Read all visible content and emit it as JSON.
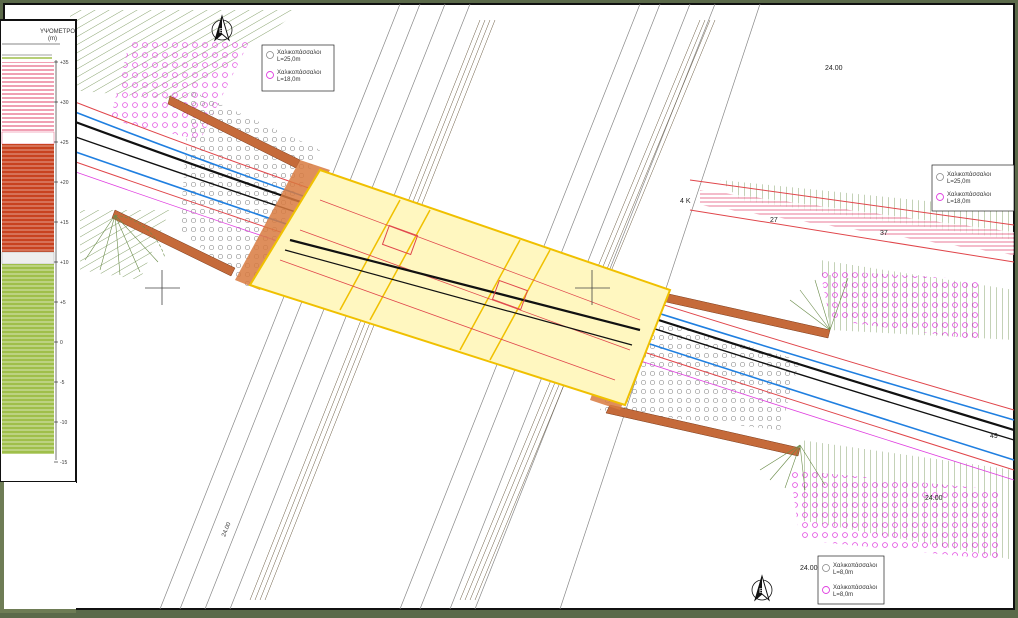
{
  "colors": {
    "paper": "#ffffff",
    "frame": "#111111",
    "deck": "#f4d35e",
    "abutment": "#c56a3a",
    "road_red": "#e0464b",
    "road_blue": "#1f7fe0",
    "hatch": "#6b8c4a",
    "pile_magenta": "#e040e0",
    "soil_red": "#b8321c",
    "soil_green": "#8bab3a"
  },
  "north_arrow_letter": "B",
  "legends": [
    {
      "grey_label": "Χαλικοπάσσαλοι",
      "grey_len": "L=25,0m",
      "mag_label": "Χαλικοπάσσαλοι",
      "mag_len": "L=18,0m"
    },
    {
      "grey_label": "Χαλικοπάσσαλοι",
      "grey_len": "L=25,0m",
      "mag_label": "Χαλικοπάσσαλοι",
      "mag_len": "L=18,0m"
    },
    {
      "grey_label": "Χαλικοπάσσαλοι",
      "grey_len": "L=8,0m",
      "mag_label": "Χαλικοπάσσαλοι",
      "mag_len": "L=8,0m"
    }
  ],
  "borehole": {
    "header": "ΥΨΟΜΕΤΡΟ",
    "unit": "(m)",
    "ticks": [
      "+35",
      "+30",
      "+25",
      "+20",
      "+15",
      "+10",
      "+5",
      "0",
      "-5",
      "-10",
      "-15"
    ]
  },
  "map_labels": {
    "contour_top": "24.00",
    "contour_bottom_right": "24.00",
    "contour_bottom": "24.00",
    "km_marker": "4 K",
    "station_49": "49",
    "station_37": "37",
    "station_27": "27",
    "road_label": "24.00"
  }
}
